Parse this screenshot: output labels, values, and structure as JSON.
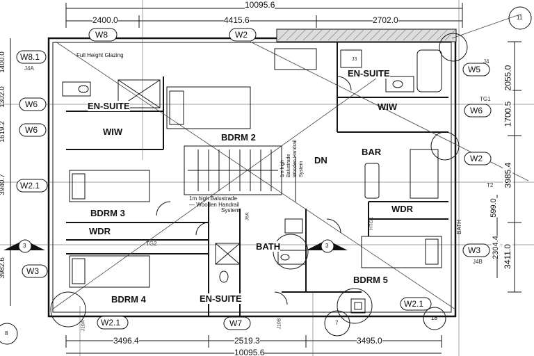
{
  "rooms": {
    "bdrm2": "BDRM 2",
    "bdrm3": "BDRM 3",
    "bdrm4": "BDRM 4",
    "bdrm5": "BDRM 5",
    "ensuite_left": "EN-SUITE",
    "ensuite_right": "EN-SUITE",
    "ensuite_bottom": "EN-SUITE",
    "wiw_left": "WIW",
    "wiw_right": "WIW",
    "bar": "BAR",
    "dn": "DN",
    "bath": "BATH",
    "wdr_left": "WDR",
    "wdr_right": "WDR"
  },
  "windows": {
    "w8": "W8",
    "w2_top": "W2",
    "w8_1": "W8.1",
    "w6_a": "W6",
    "w6_b": "W6",
    "w2_1_left": "W2.1",
    "w3_left": "W3",
    "w2_1_bottom": "W2.1",
    "w7": "W7",
    "w5": "W5",
    "w6_right": "W6",
    "w2_right": "W2",
    "w3_right": "W3",
    "w2_1_right": "W2.1"
  },
  "dimensions": {
    "top_total": "10095.6",
    "top_1": "2400.0",
    "top_2": "4415.6",
    "top_3": "2702.0",
    "bottom_1": "3496.4",
    "bottom_2": "2519.3",
    "bottom_3": "3495.0",
    "bottom_total": "10095.6",
    "right_1": "2055.0",
    "right_2": "1700.5",
    "right_3": "3985.4",
    "right_4": "599.0",
    "right_5": "2304.4",
    "right_6": "3411.0",
    "left_1": "1400.0",
    "left_2": "1302.0",
    "left_3": "1619.2",
    "left_4": "3940.7",
    "left_5": "3982.6"
  },
  "notes": {
    "glazing": "Full Height Glazing",
    "balustrade_1": "1m high Balustrade",
    "balustrade_2": "— Wooden Handrail",
    "balustrade_3": "System",
    "balustrade_v1": "1m high",
    "balustrade_v2": "Balustrade",
    "balustrade_v3": "Wooden Handrail",
    "balustrade_v4": "System",
    "bath_v": "BATH"
  },
  "grid_refs": {
    "j4a": "J4A",
    "j4": "J4",
    "tg1": "TG1",
    "t2": "T2",
    "tg2": "TG2",
    "j4b": "J4B",
    "j6a": "J6A",
    "htg1": "HTG1",
    "j10a": "J10A",
    "j10b": "J10B",
    "j3": "J3"
  },
  "markers": {
    "m11": "11",
    "m3_left": "3",
    "m3_center": "3",
    "m7": "7",
    "m18": "18",
    "m8": "8"
  }
}
